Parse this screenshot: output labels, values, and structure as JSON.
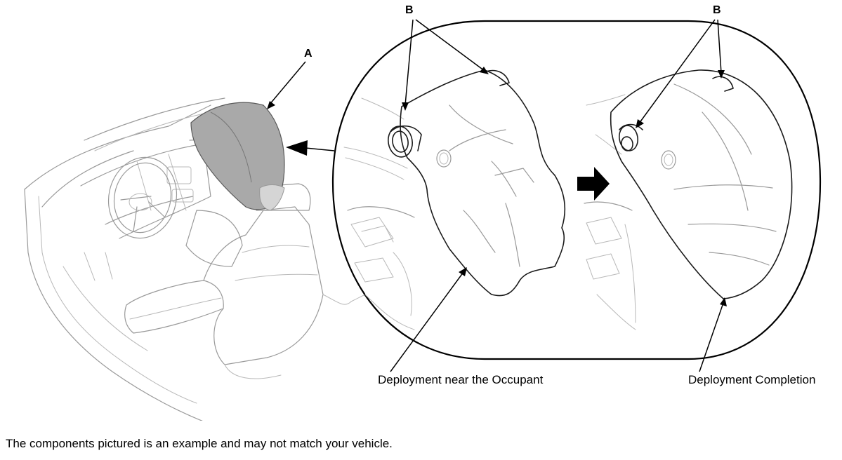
{
  "labels": {
    "callout_a": "A",
    "callout_b_left": "B",
    "callout_b_right": "B",
    "caption_near_occupant": "Deployment near the Occupant",
    "caption_completion": "Deployment Completion"
  },
  "note": "The components pictured is an example and may not match your vehicle.",
  "colors": {
    "airbag_fill": "#a9a9a9",
    "line_art": "#9a9a9a",
    "outline": "#1a1a1a"
  }
}
